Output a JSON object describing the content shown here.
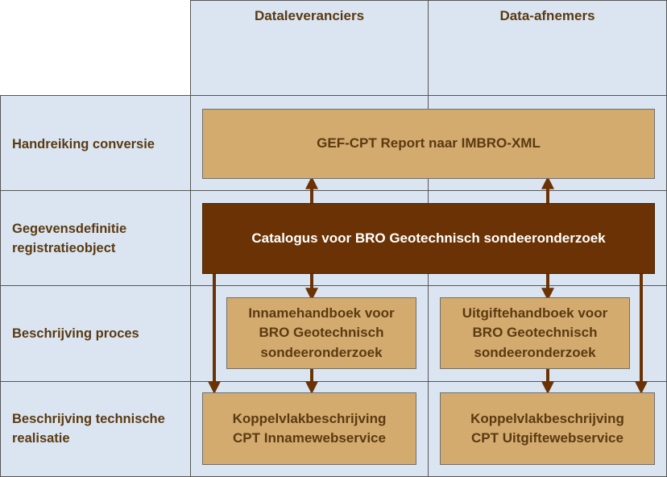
{
  "columns": {
    "left": "Dataleveranciers",
    "right": "Data-afnemers"
  },
  "rows": {
    "r1": "Handreiking conversie",
    "r2_line1": "Gegevensdefinitie",
    "r2_line2": "registratieobject",
    "r3": "Beschrijving proces",
    "r4_line1": "Beschrijving technische",
    "r4_line2": "realisatie"
  },
  "boxes": {
    "gef": "GEF-CPT Report naar IMBRO-XML",
    "catalogus": "Catalogus voor BRO Geotechnisch sondeeronderzoek",
    "inname_1": "Innamehandboek voor",
    "inname_2": "BRO Geotechnisch",
    "inname_3": "sondeeronderzoek",
    "uitgifte_1": "Uitgiftehandboek voor",
    "uitgifte_2": "BRO Geotechnisch",
    "uitgifte_3": "sondeeronderzoek",
    "koppel_in_1": "Koppelvlakbeschrijving",
    "koppel_in_2": "CPT Innamewebservice",
    "koppel_uit_1": "Koppelvlakbeschrijving",
    "koppel_uit_2": "CPT Uitgiftewebservice"
  },
  "colors": {
    "cell_fill": "#dbe5f1",
    "box_fill": "#d4ab6e",
    "dark_box_fill": "#6b3305",
    "arrow": "#6b3305",
    "text_brown": "#5a3a12"
  }
}
